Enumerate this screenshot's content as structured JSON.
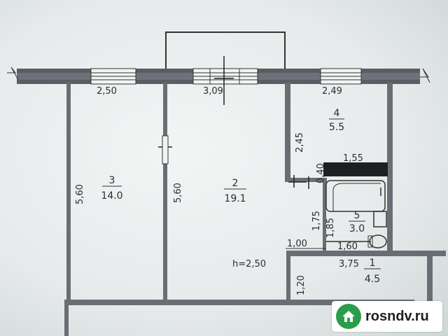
{
  "plan": {
    "dimensions": {
      "top_left": "2,50",
      "top_center": "3,09",
      "top_right": "2,49",
      "room4_side": "2,45",
      "room3_side": "5,60",
      "room2_side": "5,60",
      "bath_top": "1,55",
      "bath_gap": "0,40",
      "hall_a": "1,75",
      "hall_b": "1,85",
      "hall_c": "1,00",
      "bath_bottom": "1,60",
      "entry_side": "1,20",
      "entry_width": "3,75",
      "ceiling_height": "h=2,50"
    },
    "rooms": [
      {
        "number": "3",
        "area": "14.0"
      },
      {
        "number": "2",
        "area": "19.1"
      },
      {
        "number": "4",
        "area": "5.5"
      },
      {
        "number": "5",
        "area": "3.0"
      },
      {
        "number": "1",
        "area": "4.5"
      }
    ]
  },
  "watermark": {
    "site": "rosndv.ru",
    "icon": "house-icon",
    "color": "#2a9d4a"
  }
}
